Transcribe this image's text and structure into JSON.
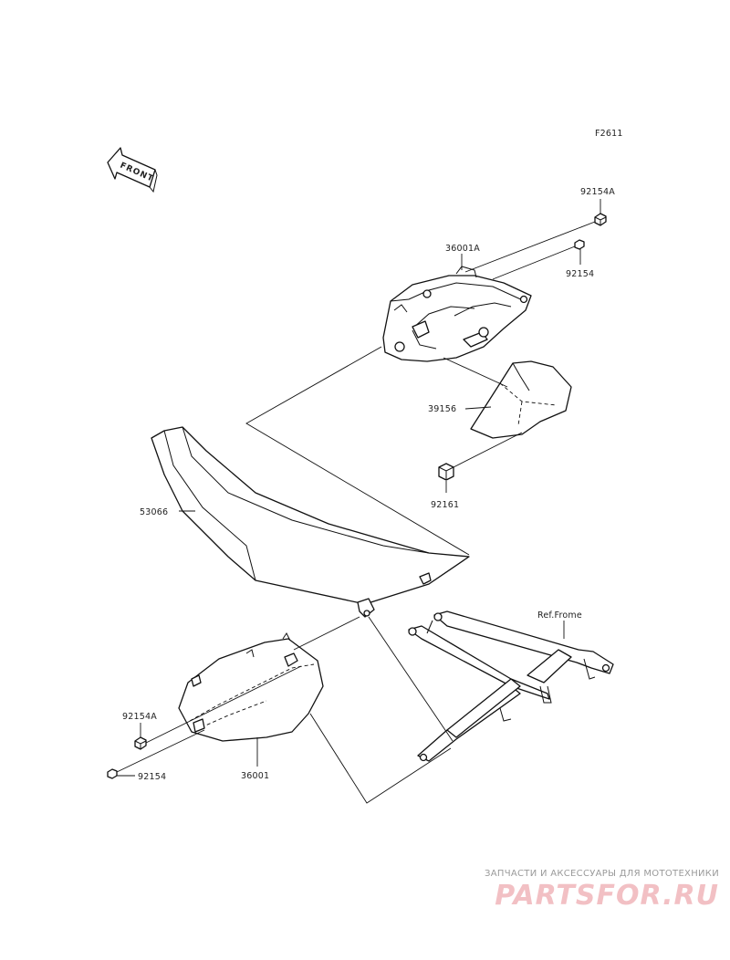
{
  "diagram": {
    "figure_code": "F2611",
    "front_indicator": "FRONT",
    "callouts": {
      "p92154A_top": "92154A",
      "p92154_top": "92154",
      "p36001A": "36001A",
      "p39156": "39156",
      "p92161": "92161",
      "p53066": "53066",
      "ref_frame": "Ref.Frome",
      "p92154A_bottom": "92154A",
      "p36001": "36001",
      "p92154_bottom": "92154"
    }
  },
  "watermark": {
    "tagline": "ЗАПЧАСТИ И АКСЕССУАРЫ ДЛЯ МОТОТЕХНИКИ",
    "logo": "PARTSFOR.RU"
  },
  "colors": {
    "line": "#111111",
    "text": "#222222",
    "watermark_logo": "#f2c0c4",
    "watermark_text": "#9a9a9a"
  }
}
